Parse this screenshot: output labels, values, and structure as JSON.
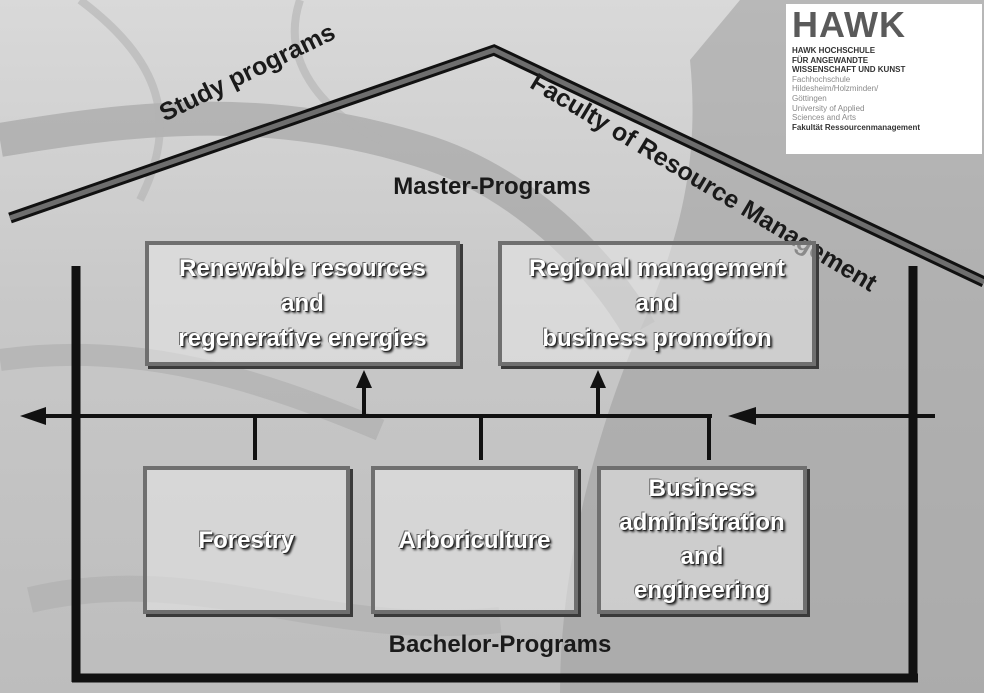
{
  "roof": {
    "left_label": "Study programs",
    "right_label": "Faculty of Resource Management"
  },
  "master": {
    "title": "Master-Programs",
    "programs": [
      "Renewable resources\nand\nregenerative energies",
      "Regional management\nand\nbusiness promotion"
    ]
  },
  "bachelor": {
    "title": "Bachelor-Programs",
    "programs": [
      "Forestry",
      "Arboriculture",
      "Business\nadministration\nand\nengineering"
    ]
  },
  "logo": {
    "mark": "HAWK",
    "lines": [
      "HAWK HOCHSCHULE",
      "FÜR ANGEWANDTE",
      "WISSENSCHAFT UND KUNST",
      "Fachhochschule",
      "Hildesheim/Holzminden/",
      "Göttingen",
      "University of Applied",
      "Sciences and Arts",
      "Fakultät Ressourcenmanagement"
    ]
  }
}
